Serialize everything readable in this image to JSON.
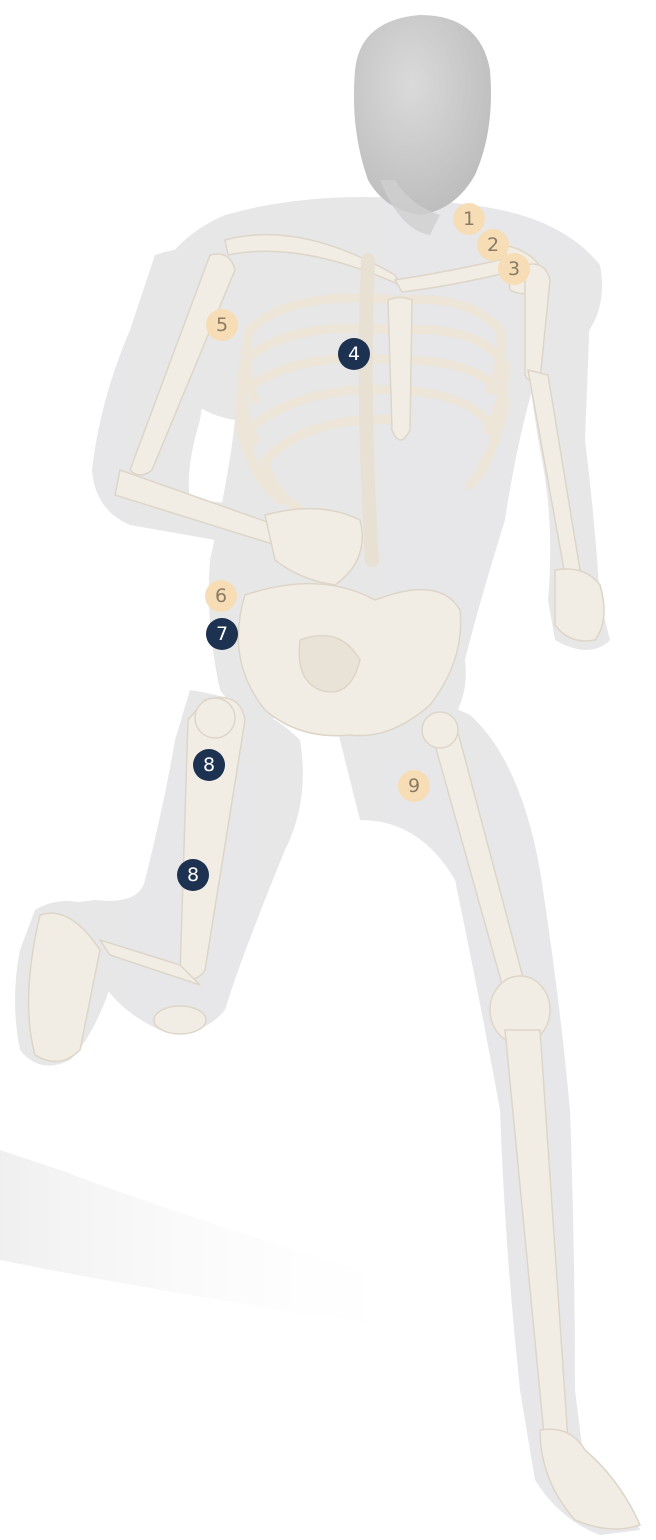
{
  "markers": [
    {
      "label": "1",
      "style": "light"
    },
    {
      "label": "2",
      "style": "light"
    },
    {
      "label": "3",
      "style": "light"
    },
    {
      "label": "4",
      "style": "dark"
    },
    {
      "label": "5",
      "style": "light"
    },
    {
      "label": "6",
      "style": "light"
    },
    {
      "label": "7",
      "style": "dark"
    },
    {
      "label": "8",
      "style": "dark"
    },
    {
      "label": "8",
      "style": "dark"
    },
    {
      "label": "9",
      "style": "light"
    }
  ],
  "colors": {
    "light_marker": "#f6ddb5",
    "light_marker_text": "#8a7a66",
    "dark_marker": "#1d3150",
    "dark_marker_text": "#ffffff",
    "body_skin": "#e3e3e5",
    "head": "#cfcfcf",
    "bone": "#f2ede4",
    "shadow": "#ececec"
  }
}
